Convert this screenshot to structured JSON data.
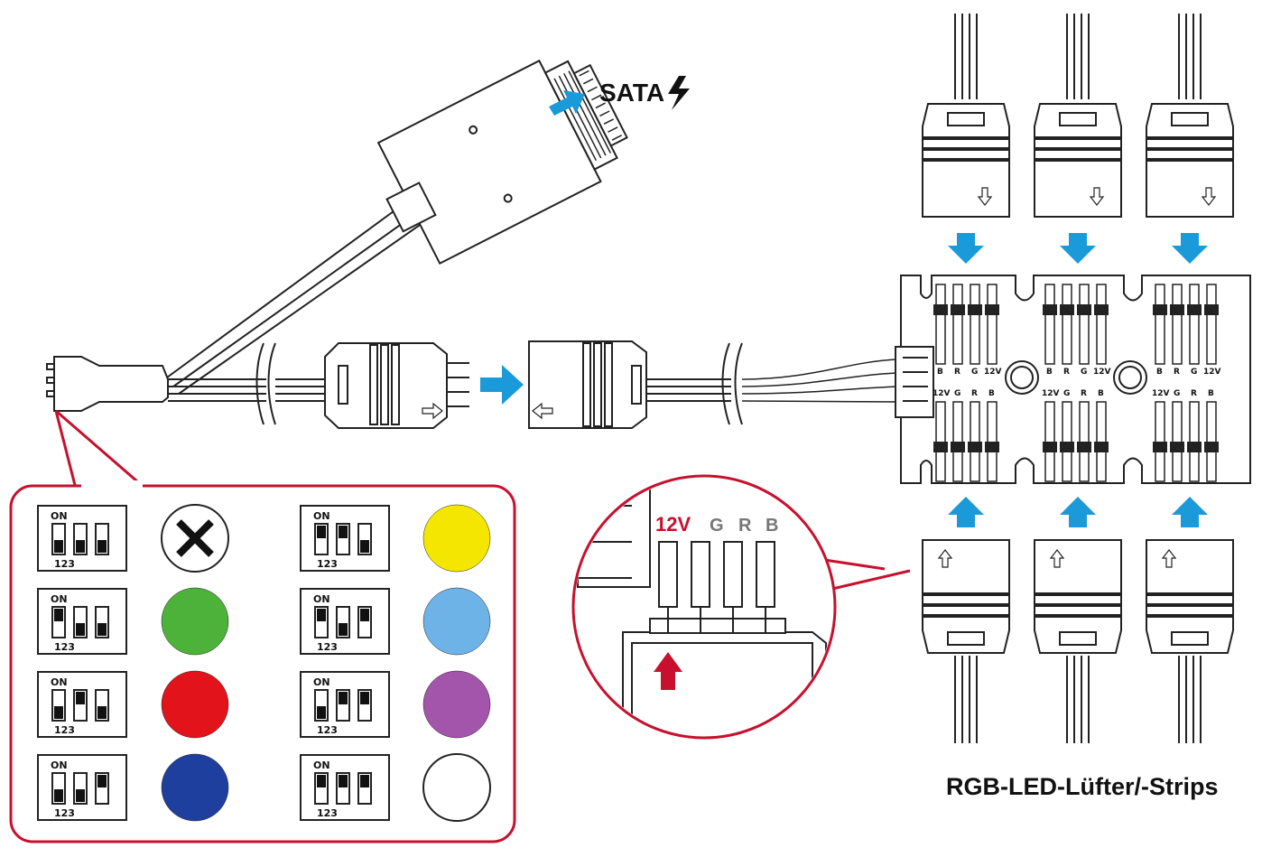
{
  "labels": {
    "sata": "SATA",
    "rgb_fans": "RGB-LED-Lüfter/-Strips"
  },
  "zoom_pins": [
    "12V",
    "G",
    "R",
    "B"
  ],
  "zoom_pins_mirror": [
    "B",
    "R",
    "G",
    "12V"
  ],
  "switch_label_on": "ON",
  "switch_label_num": "123",
  "colors": {
    "accent_blue": "#1a9ad9",
    "callout_red": "#c8102e",
    "pin_red": "#c8102e"
  },
  "color_table": [
    {
      "switches": [
        "off",
        "off",
        "off"
      ],
      "color": "#ffffff",
      "name": "off-x"
    },
    {
      "switches": [
        "on",
        "on",
        "off"
      ],
      "color": "#f5e600",
      "name": "yellow"
    },
    {
      "switches": [
        "on",
        "off",
        "off"
      ],
      "color": "#4cb23a",
      "name": "green"
    },
    {
      "switches": [
        "on",
        "off",
        "on"
      ],
      "color": "#6db3e8",
      "name": "light-blue"
    },
    {
      "switches": [
        "off",
        "on",
        "off"
      ],
      "color": "#e3131b",
      "name": "red"
    },
    {
      "switches": [
        "off",
        "on",
        "on"
      ],
      "color": "#a354ab",
      "name": "purple"
    },
    {
      "switches": [
        "off",
        "off",
        "on"
      ],
      "color": "#1f3f9e",
      "name": "blue"
    },
    {
      "switches": [
        "on",
        "on",
        "on"
      ],
      "color": "#ffffff",
      "name": "white"
    }
  ]
}
